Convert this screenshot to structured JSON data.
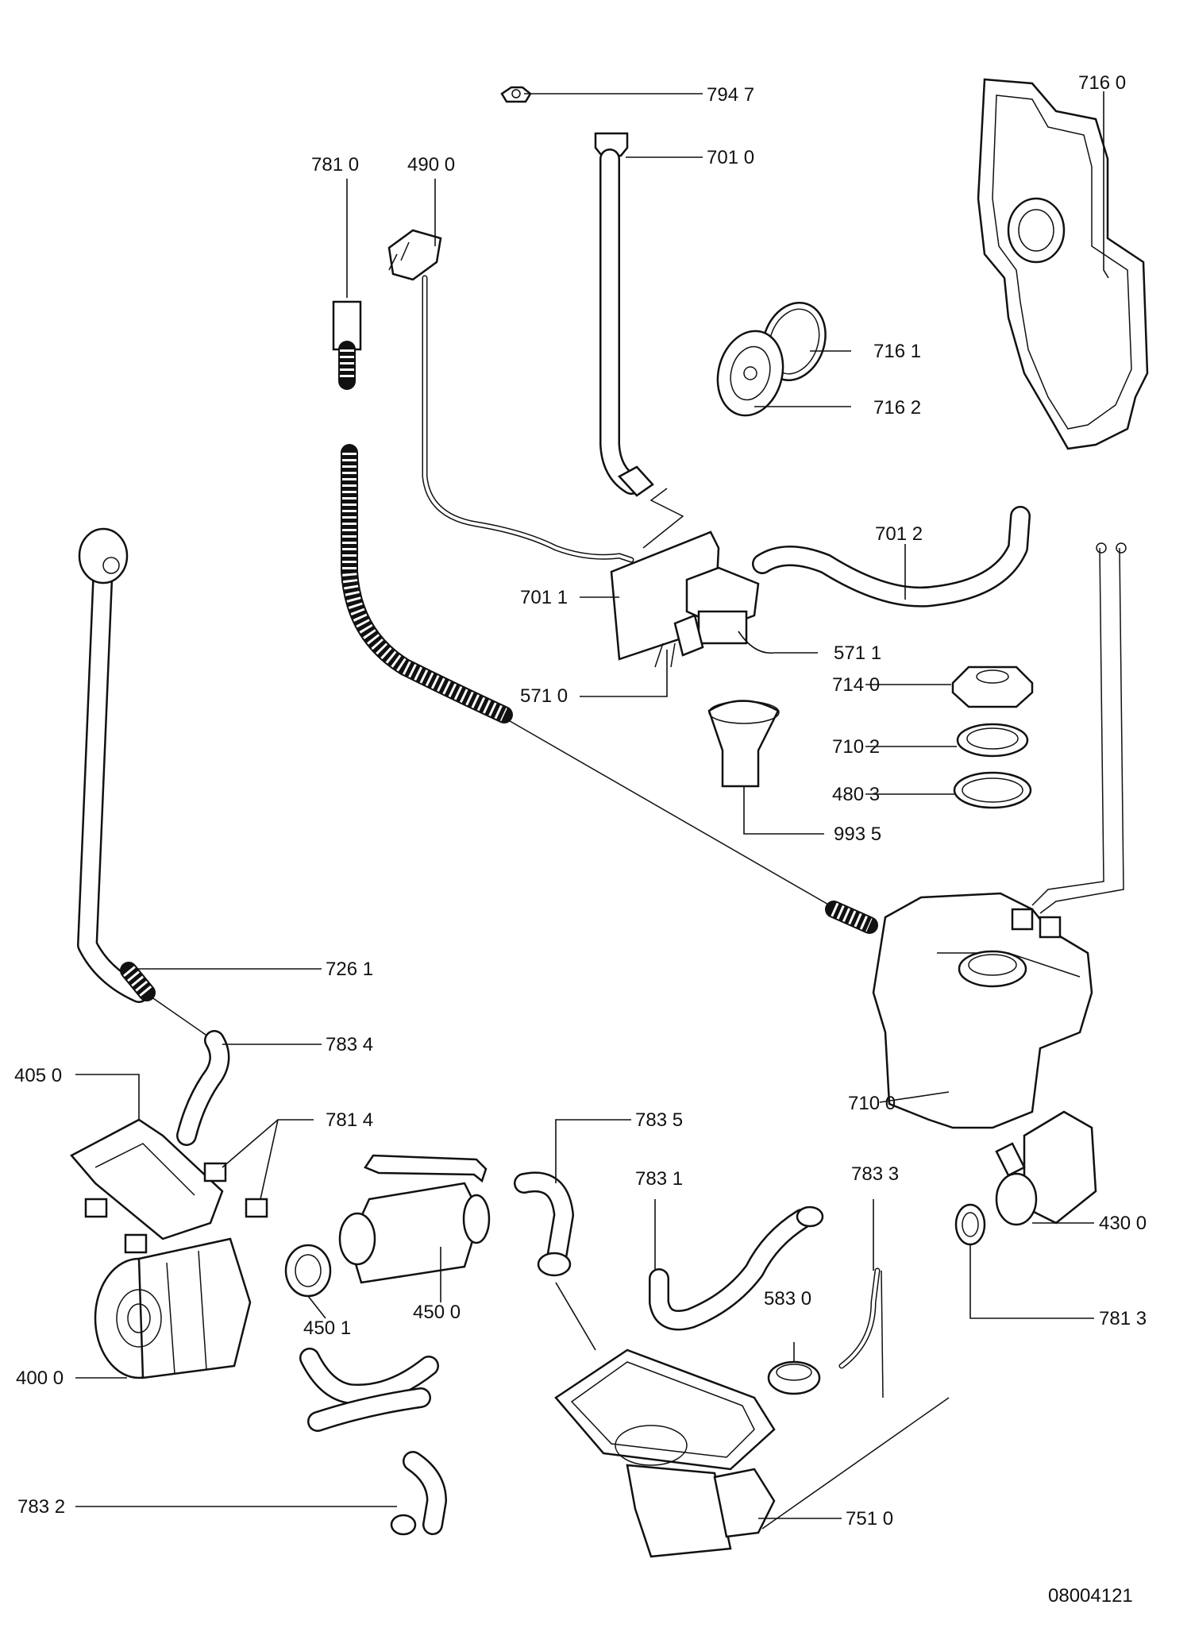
{
  "drawing_id": "08004121",
  "labels": {
    "p7947": "794 7",
    "p7010": "701 0",
    "p7160": "716 0",
    "p7810": "781 0",
    "p4900": "490 0",
    "p7161": "716 1",
    "p7162": "716 2",
    "p7012": "701 2",
    "p7011": "701 1",
    "p5711": "571 1",
    "p5710": "571 0",
    "p7140": "714 0",
    "p7102": "710 2",
    "p4803": "480 3",
    "p9935": "993 5",
    "p7261": "726 1",
    "p7834": "783 4",
    "p4050": "405 0",
    "p7814": "781 4",
    "p7835": "783 5",
    "p7831": "783 1",
    "p7833": "783 3",
    "p7100": "710 0",
    "p4300": "430 0",
    "p7813": "781 3",
    "p5830": "583 0",
    "p4501": "450 1",
    "p4500": "450 0",
    "p4000": "400 0",
    "p7832": "783 2",
    "p7510": "751 0"
  }
}
